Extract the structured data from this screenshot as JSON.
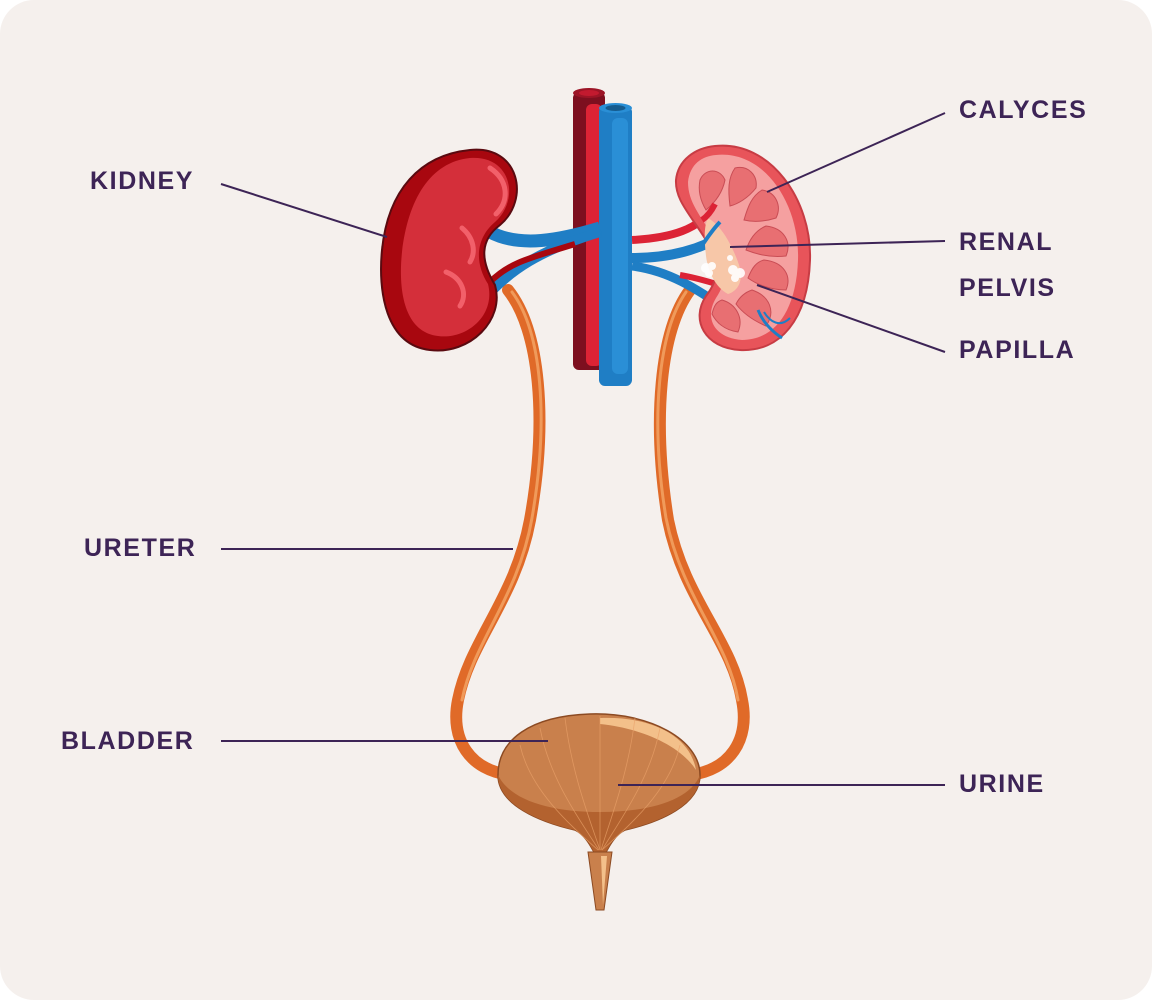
{
  "diagram": {
    "subject": "Urinary system anatomy",
    "background_color": "#f5f0ed",
    "label_color": "#3d2456",
    "leader_line_color": "#3d2456",
    "labels": {
      "kidney": "KIDNEY",
      "ureter": "URETER",
      "bladder": "BLADDER",
      "calyces": "CALYCES",
      "renal_pelvis_line1": "RENAL",
      "renal_pelvis_line2": "PELVIS",
      "papilla": "PAPILLA",
      "urine": "URINE"
    },
    "colors": {
      "kidney_outer": "#a8070f",
      "kidney_inner": "#d42f3a",
      "kidney_highlight": "#f2606a",
      "kidney_section_outer": "#e8545a",
      "kidney_section_cortex": "#f5a0a0",
      "kidney_section_pyramid": "#e86f72",
      "aorta_dark": "#7d0f1f",
      "aorta": "#dc2335",
      "vena_cava": "#1f7ec5",
      "vena_cava_light": "#2a8fd6",
      "ureter": "#e06a28",
      "ureter_highlight": "#f09a5a",
      "bladder": "#c9804c",
      "bladder_dark": "#b3622f",
      "bladder_highlight": "#f3c08a"
    }
  }
}
